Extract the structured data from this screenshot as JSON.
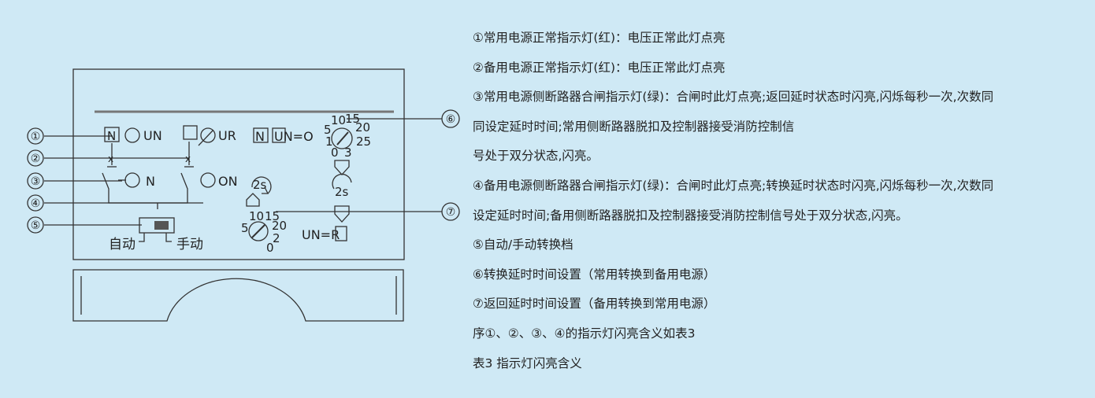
{
  "diagram": {
    "callouts": [
      "①",
      "②",
      "③",
      "④",
      "⑤",
      "⑥",
      "⑦"
    ],
    "labels": {
      "n_box": "N",
      "un": "UN",
      "r_box": "□",
      "ur": "UR",
      "n_box2": "N",
      "un_eq_o": "UN=O",
      "n": "N",
      "on": "ON",
      "auto": "自动",
      "manual": "手动",
      "un_eq_r": "UN=R",
      "two_s_1": "2s",
      "two_s_2": "2s"
    },
    "dial1_ticks": [
      "10",
      "15",
      "5",
      "20",
      "1",
      "25",
      "0",
      "3"
    ],
    "dial2_ticks": [
      "10",
      "15",
      "5",
      "20",
      "2",
      "0"
    ]
  },
  "description": [
    "①常用电源正常指示灯(红)：电压正常此灯点亮",
    "②备用电源正常指示灯(红)：电压正常此灯点亮",
    "③常用电源侧断路器合闸指示灯(绿)：合闸时此灯点亮;返回延时状态时闪亮,闪烁每秒一次,次数同",
    "同设定延时时间;常用侧断路器脱扣及控制器接受消防控制信",
    "号处于双分状态,闪亮。",
    "④备用电源侧断路器合闸指示灯(绿)：合闸时此灯点亮;转换延时状态时闪亮,闪烁每秒一次,次数同",
    "设定延时时间;备用侧断路器脱扣及控制器接受消防控制信号处于双分状态,闪亮。",
    "⑤自动/手动转换档",
    "⑥转换延时时间设置（常用转换到备用电源）",
    "⑦返回延时时间设置（备用转换到常用电源）",
    "序①、②、③、④的指示灯闪亮含义如表3",
    "表3 指示灯闪亮含义"
  ]
}
